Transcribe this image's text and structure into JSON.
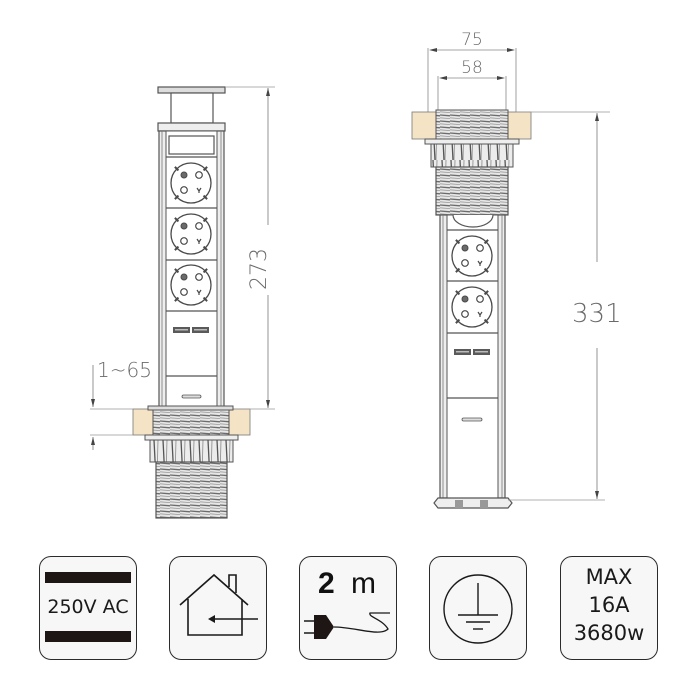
{
  "diagram": {
    "left_unit": {
      "label": "retracted pop-up socket tower, side view",
      "dimensions": {
        "height": "273",
        "mount_thickness": "1~65"
      },
      "sockets": 3,
      "usb_ports": 2
    },
    "right_unit": {
      "label": "extended pop-up socket tower, side view",
      "dimensions": {
        "outer_diameter": "75",
        "inner_diameter": "58",
        "height": "331"
      },
      "sockets": 2,
      "usb_ports": 2
    }
  },
  "icons": [
    {
      "name": "voltage",
      "text": "250V AC",
      "bar_color": "#1e1515"
    },
    {
      "name": "indoor-use",
      "icon": "house-arrow-icon"
    },
    {
      "name": "cable-length",
      "value": "2",
      "unit": "m",
      "icon": "plug-cable-icon"
    },
    {
      "name": "grounding",
      "icon": "earth-ground-icon"
    },
    {
      "name": "max-load",
      "line1": "MAX",
      "line2": "16A",
      "line3": "3680w"
    }
  ],
  "colors": {
    "line": "#555555",
    "dim_line": "#8a8a8a",
    "countertop": "#f5e3c6",
    "icon_bg": "#f7f7f7",
    "icon_border": "#2b2b2b"
  }
}
